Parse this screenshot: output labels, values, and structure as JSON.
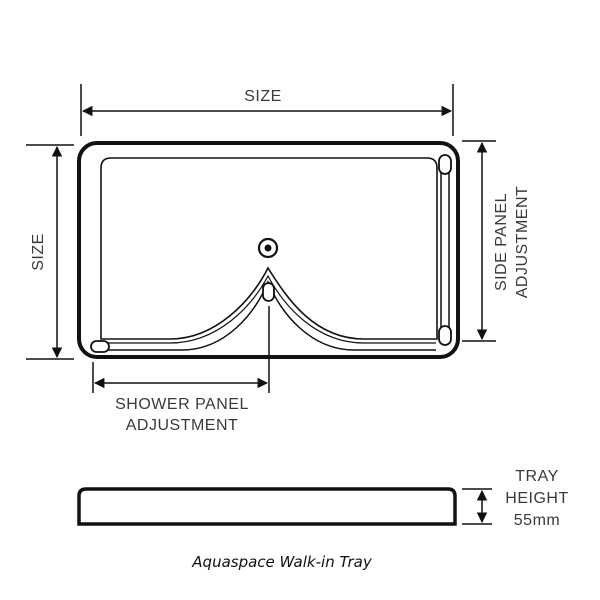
{
  "labels": {
    "top_size": "SIZE",
    "left_size": "SIZE",
    "side_panel_line1": "SIDE PANEL",
    "side_panel_line2": "ADJUSTMENT",
    "shower_panel_line1": "SHOWER PANEL",
    "shower_panel_line2": "ADJUSTMENT",
    "tray_height_line1": "TRAY",
    "tray_height_line2": "HEIGHT",
    "tray_height_value": "55mm"
  },
  "caption": "Aquaspace Walk-in Tray",
  "colors": {
    "line": "#111111",
    "text": "#3a3a3a"
  }
}
